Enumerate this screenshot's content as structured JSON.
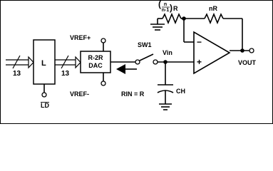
{
  "labels": {
    "bus_width_in": "13",
    "latch": "L",
    "bus_width_out": "13",
    "load": "LD",
    "vref_plus": "VREF+",
    "vref_minus": "VREF-",
    "dac_line1": "R-2R",
    "dac_line2": "DAC",
    "rin": "RIN = R",
    "switch": "SW1",
    "vin": "Vin",
    "cap": "CH",
    "r_ratio_num": "n",
    "r_ratio_den": "n-1",
    "r_ratio_suffix": "R",
    "r_feedback": "nR",
    "opamp_minus": "−",
    "opamp_plus": "+",
    "vout": "VOUT"
  }
}
